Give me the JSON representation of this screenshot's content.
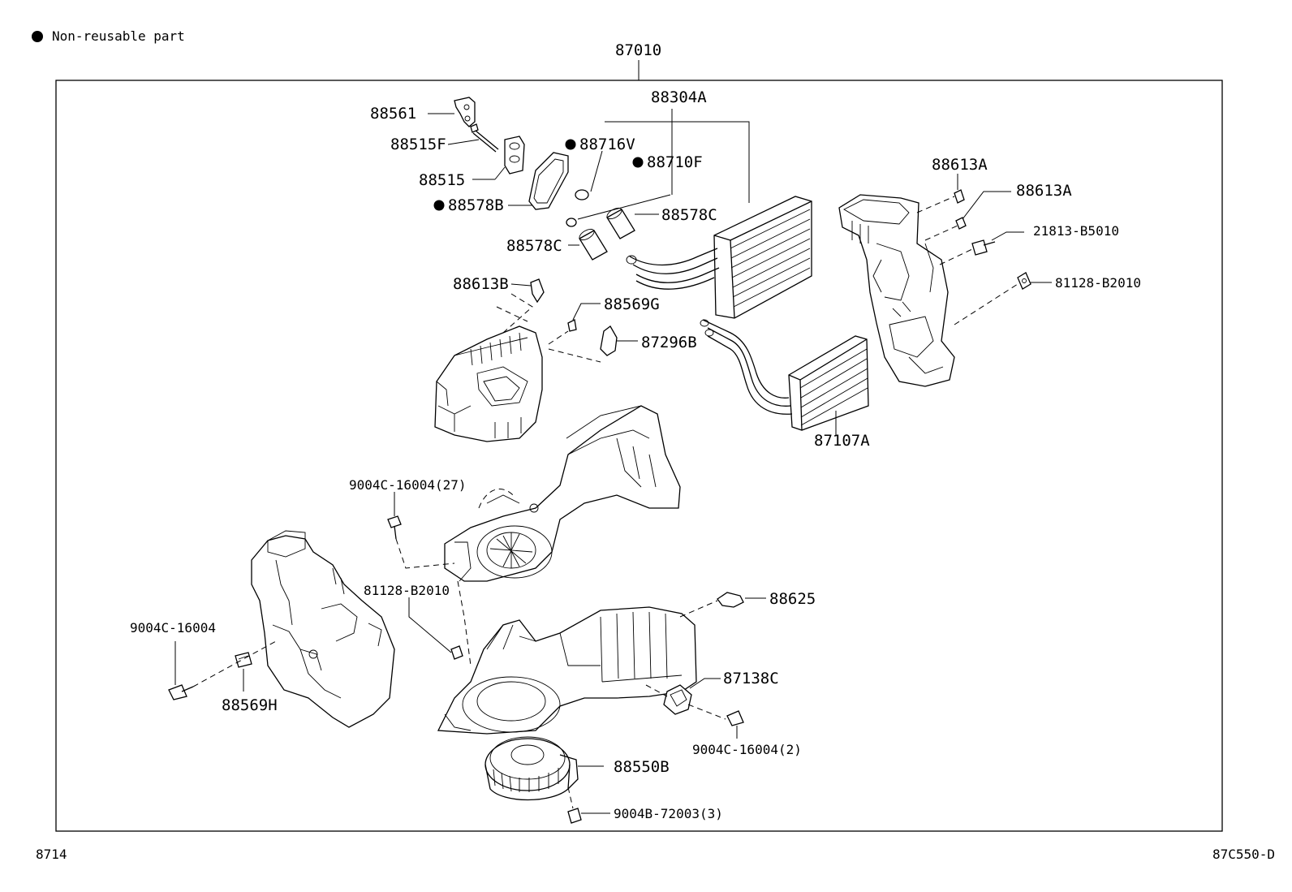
{
  "legend": {
    "symbol": "●",
    "text": "Non-reusable part"
  },
  "assembly_label": "87010",
  "part_labels": {
    "p88304A": "88304A",
    "p88561": "88561",
    "p88515F": "88515F",
    "p88515": "88515",
    "p88716V": "88716V",
    "p88710F": "88710F",
    "p88578B": "88578B",
    "p88578C_right": "88578C",
    "p88578C_left": "88578C",
    "p88613A_top": "88613A",
    "p88613A_second": "88613A",
    "p21813_B5010": "21813-B5010",
    "p81128_B2010_right": "81128-B2010",
    "p88613B": "88613B",
    "p88569G": "88569G",
    "p87296B": "87296B",
    "p87107A": "87107A",
    "p9004C_16004_27": "9004C-16004(27)",
    "p81128_B2010_center": "81128-B2010",
    "p88625": "88625",
    "p9004C_16004_left": "9004C-16004",
    "p88569H": "88569H",
    "p87138C": "87138C",
    "p9004C_16004_2": "9004C-16004(2)",
    "p88550B": "88550B",
    "p9004B_72003_3": "9004B-72003(3)"
  },
  "footer": {
    "page_code": "8714",
    "figure_code": "87C550-D"
  }
}
